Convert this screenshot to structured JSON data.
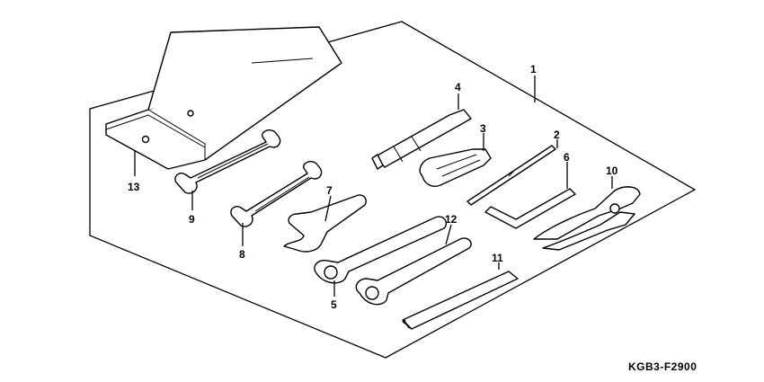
{
  "callouts": [
    "1",
    "3",
    "4",
    "2",
    "6",
    "10",
    "13",
    "9",
    "7",
    "12",
    "8",
    "11",
    "5"
  ],
  "parts": [
    "tool-set",
    "screwdriver-handle",
    "screwdriver-extension",
    "screwdriver-bit",
    "hex-wrench",
    "pliers",
    "tool-bag",
    "open-end-wrench-a",
    "pin-spanner",
    "box-end-wrench-b",
    "open-end-wrench-b",
    "handle-tube",
    "box-end-wrench-a"
  ],
  "diagram_code": "KGB3-F2900"
}
